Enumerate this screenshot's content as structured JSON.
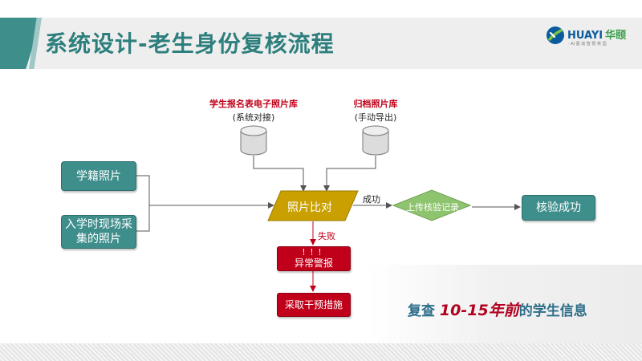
{
  "header": {
    "title": "系统设计-老生身份复核流程",
    "logo_text": "HUAYI",
    "logo_cn": "华颐",
    "logo_tagline": "· AI 驱 动 智 慧 校 园",
    "colors": {
      "accent": "#3e8e8c",
      "title": "#2d7f7d"
    }
  },
  "databases": {
    "registration": {
      "title": "学生报名表电子照片库",
      "subtitle": "(系统对接)"
    },
    "archive": {
      "title": "归档照片库",
      "subtitle": "(手动导出)"
    }
  },
  "sources": {
    "student_photo": "学籍照片",
    "enroll_photo_line1": "入学时现场采",
    "enroll_photo_line2": "集的照片"
  },
  "process": {
    "compare": "照片比对",
    "success_label": "成功",
    "upload": "上传核验记录",
    "verified": "核验成功",
    "fail_label": "失败",
    "alert_marks": "！！！",
    "alert": "异常警报",
    "intervene": "采取干预措施"
  },
  "note": {
    "prefix": "复查",
    "highlight": "10-15年前",
    "suffix": "的学生信息"
  },
  "colors": {
    "teal": "#3e8e8c",
    "red": "#c0001a",
    "gold": "#c9a000",
    "diamond": "#8fc46f",
    "db": "#dcdcdc",
    "note": "#2d6e8a"
  }
}
